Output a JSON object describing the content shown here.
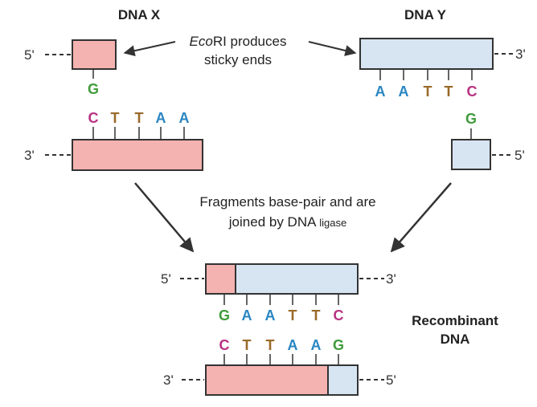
{
  "titles": {
    "dna_x": "DNA X",
    "dna_y": "DNA Y",
    "recombinant_line1": "Recombinant",
    "recombinant_line2": "DNA"
  },
  "annotation": {
    "enzyme_italic": "Eco",
    "enzyme_rest": "RI produces",
    "line2": "sticky ends"
  },
  "join_text": {
    "line1": "Fragments base-pair and are",
    "line2_main": "joined by DNA ",
    "line2_small": "ligase"
  },
  "ends": {
    "five": "5'",
    "three": "3'"
  },
  "strands": {
    "x_top_bases": [
      "G"
    ],
    "x_bottom_bases": [
      "C",
      "T",
      "T",
      "A",
      "A"
    ],
    "y_top_bases": [
      "A",
      "A",
      "T",
      "T",
      "C"
    ],
    "y_bottom_bases": [
      "G"
    ],
    "recombinant_top_bases": [
      "G",
      "A",
      "A",
      "T",
      "T",
      "C"
    ],
    "recombinant_bottom_bases": [
      "C",
      "T",
      "T",
      "A",
      "A",
      "G"
    ]
  },
  "colors": {
    "dna_x_fill": "#f4b3b0",
    "dna_y_fill": "#d7e4f2",
    "G": "#3f9b3a",
    "A": "#2a86c2",
    "T": "#9a6a2a",
    "C": "#b83283"
  }
}
